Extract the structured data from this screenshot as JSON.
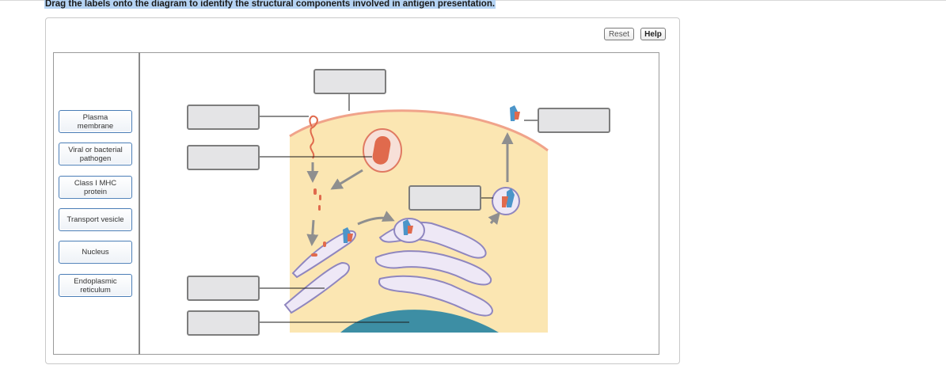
{
  "instruction": "Drag the labels onto the diagram to identify the structural components involved in antigen presentation.",
  "buttons": {
    "reset": "Reset",
    "help": "Help"
  },
  "labels": [
    {
      "id": "plasma-membrane",
      "text": "Plasma\nmembrane"
    },
    {
      "id": "pathogen",
      "text": "Viral or bacterial\npathogen"
    },
    {
      "id": "mhc",
      "text": "Class I MHC\nprotein"
    },
    {
      "id": "vesicle",
      "text": "Transport vesicle"
    },
    {
      "id": "nucleus",
      "text": "Nucleus"
    },
    {
      "id": "er",
      "text": "Endoplasmic\nreticulum"
    }
  ],
  "colors": {
    "highlight": "#b5d3f3",
    "label_border": "#4a7db6",
    "cytoplasm": "#fbe6b2",
    "membrane": "#f0a38a",
    "nucleus": "#3d8ea4",
    "er_fill": "#eee8f6",
    "er_outline": "#8f86bf",
    "mhc_blue": "#4c95c9",
    "antigen_red": "#e06a4d",
    "arrow_gray": "#8f8f8f"
  }
}
